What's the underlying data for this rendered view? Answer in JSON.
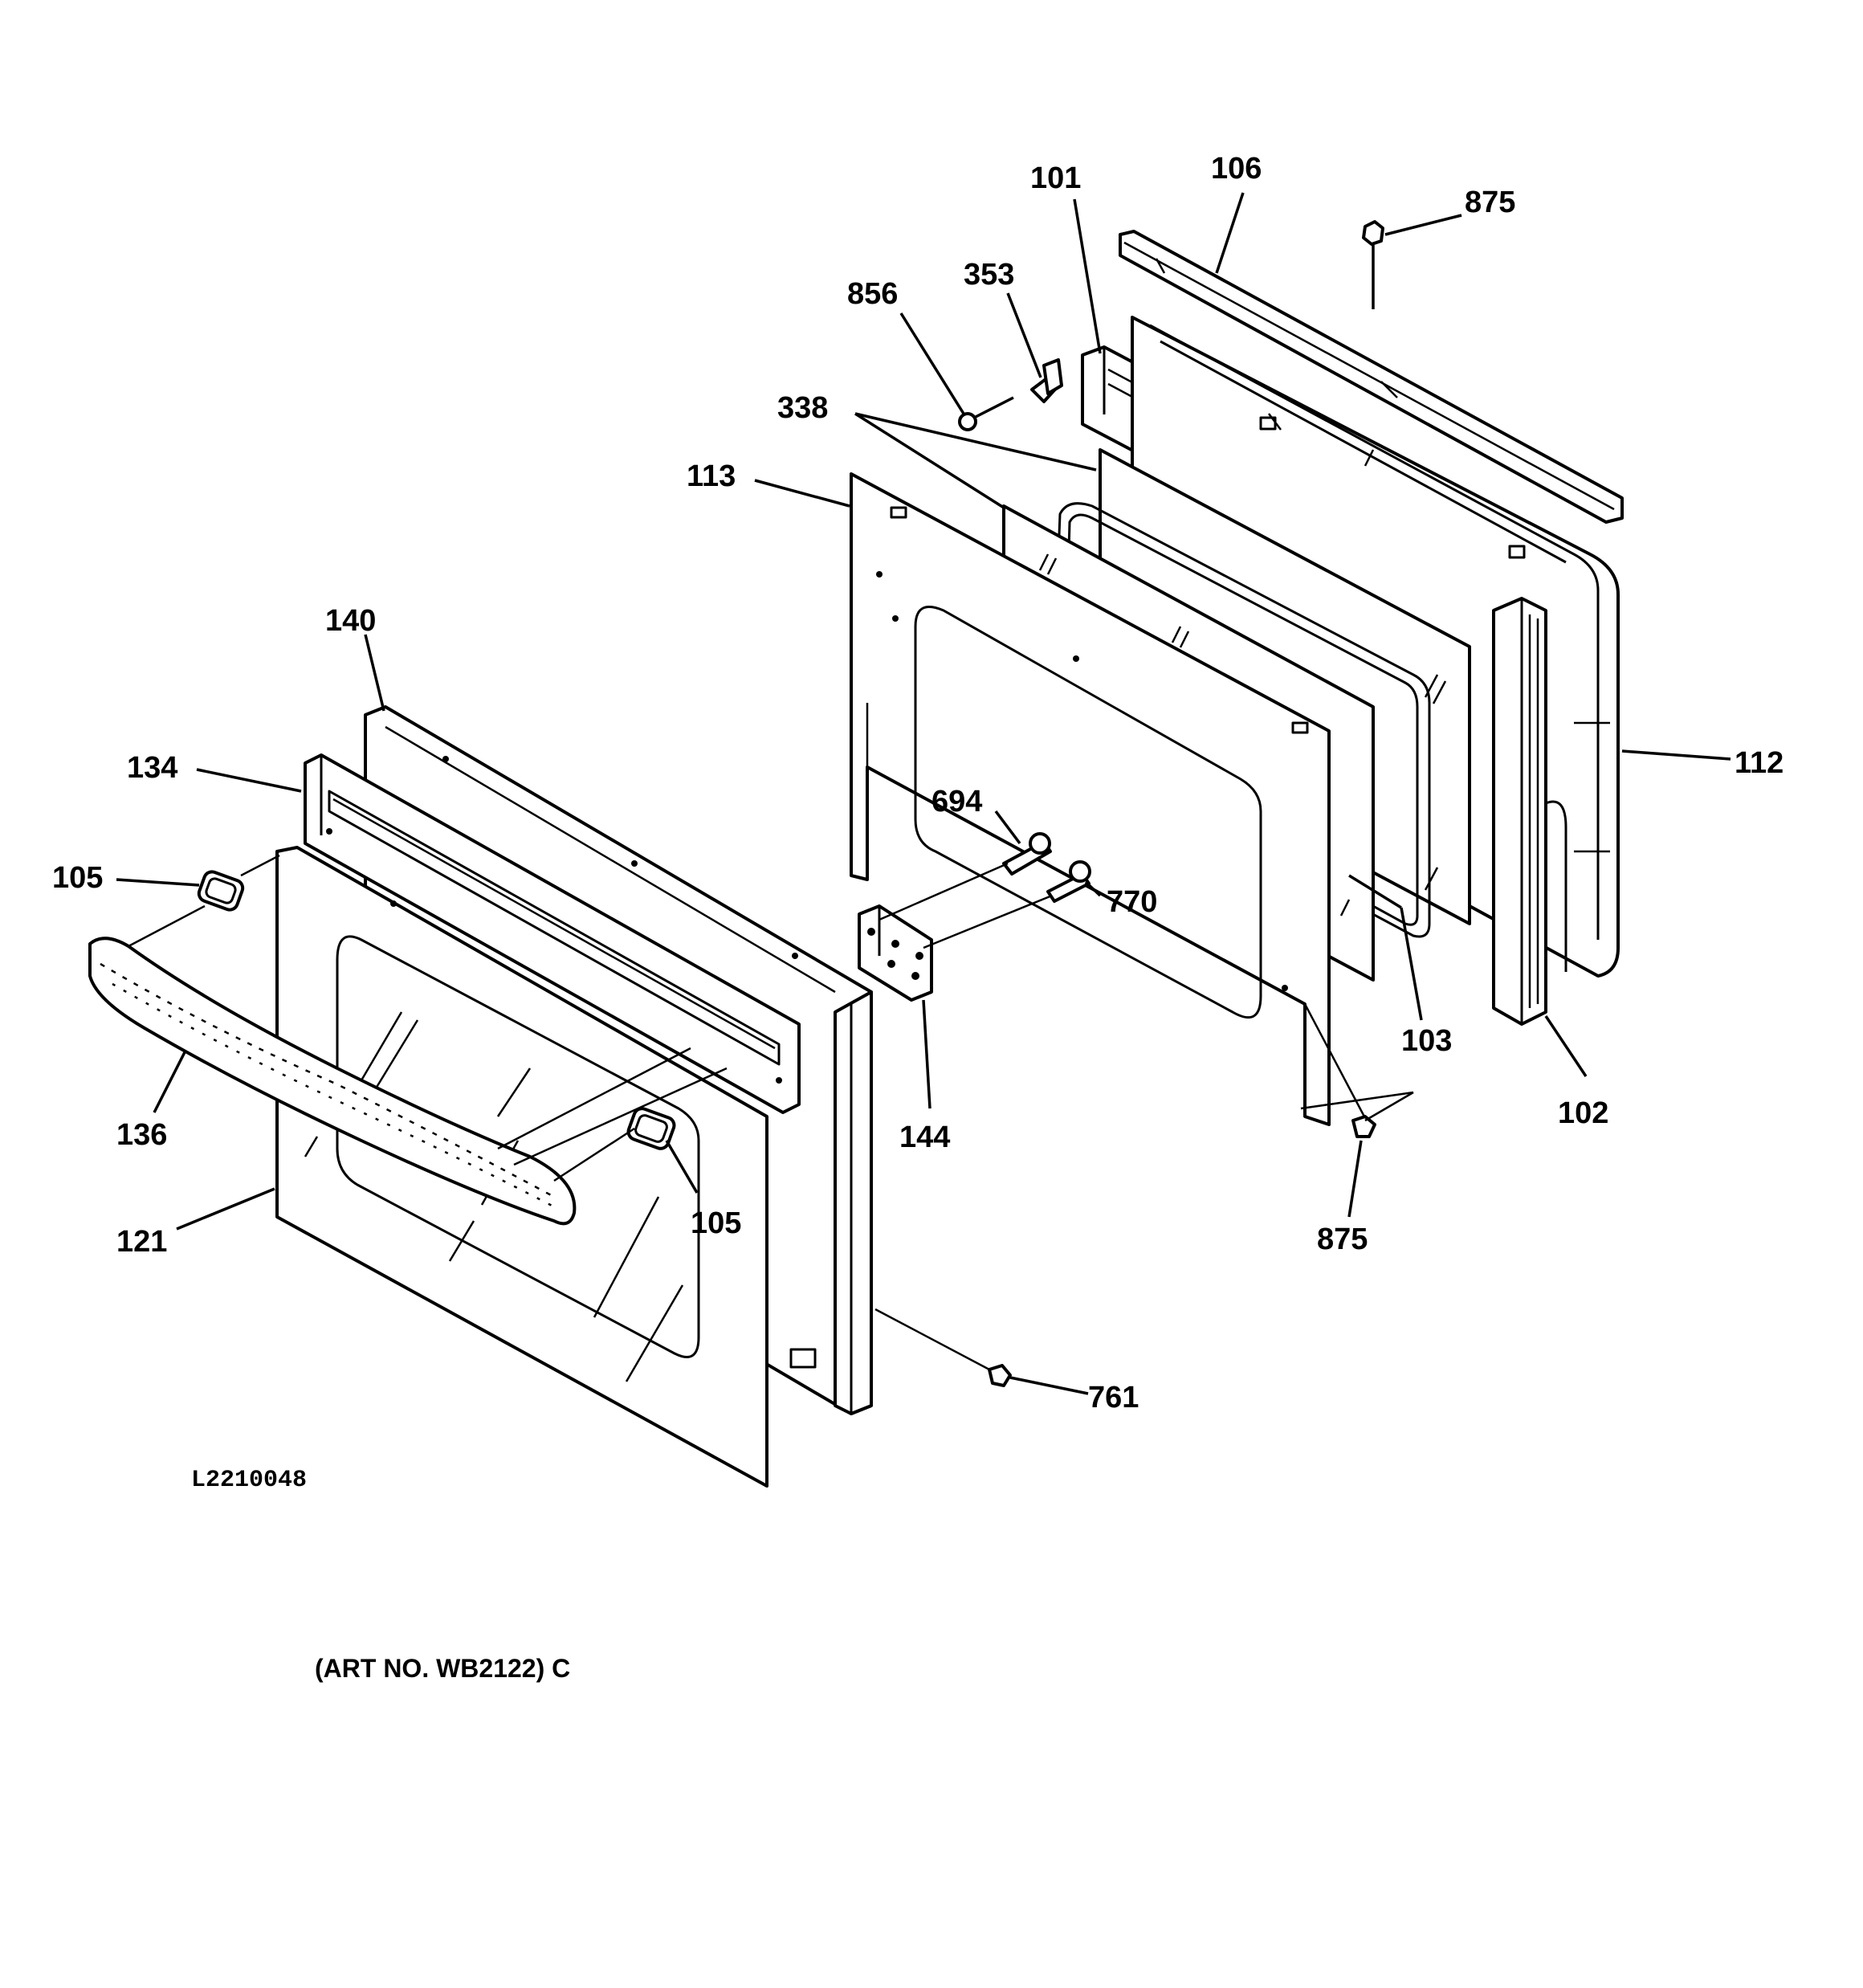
{
  "diagram": {
    "image_code": "L2210048",
    "art_number": "(ART NO. WB2122) C"
  },
  "callouts": {
    "c101": "101",
    "c106": "106",
    "c875_top": "875",
    "c353": "353",
    "c856": "856",
    "c338": "338",
    "c113": "113",
    "c140": "140",
    "c134": "134",
    "c105_left": "105",
    "c694": "694",
    "c770": "770",
    "c112": "112",
    "c103": "103",
    "c102": "102",
    "c144": "144",
    "c136": "136",
    "c105_right": "105",
    "c875_bottom": "875",
    "c121": "121",
    "c761": "761"
  }
}
